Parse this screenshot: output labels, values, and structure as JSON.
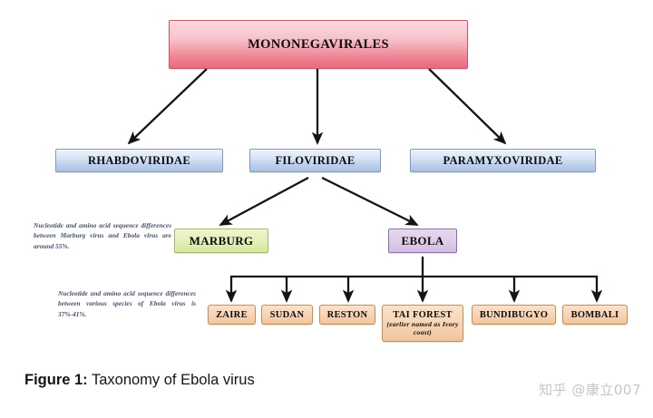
{
  "figure": {
    "caption_label": "Figure 1:",
    "caption_text": " Taxonomy of Ebola virus",
    "watermark": "知乎 @康立007"
  },
  "colors": {
    "order_box": "#ef8796",
    "family_box": "#bdd0ec",
    "marburg_box": "#e2efb6",
    "ebola_box": "#ddcbe9",
    "species_box": "#f8d6b8",
    "connector": "#141414",
    "note_text": "#3a4463",
    "watermark": "#c6c6c6"
  },
  "taxonomy": {
    "order": {
      "label": "MONONEGAVIRALES",
      "rank": "order"
    },
    "families": [
      {
        "label": "RHABDOVIRIDAE"
      },
      {
        "label": "FILOVIRIDAE"
      },
      {
        "label": "PARAMYXOVIRIDAE"
      }
    ],
    "genera": [
      {
        "label": "MARBURG"
      },
      {
        "label": "EBOLA"
      }
    ],
    "species": [
      {
        "label": "ZAIRE",
        "sub": ""
      },
      {
        "label": "SUDAN",
        "sub": ""
      },
      {
        "label": "RESTON",
        "sub": ""
      },
      {
        "label": "TAI FOREST",
        "sub": "(earlier named as Ivory coast)"
      },
      {
        "label": "BUNDIBUGYO",
        "sub": ""
      },
      {
        "label": "BOMBALI",
        "sub": ""
      }
    ]
  },
  "notes": [
    {
      "id": "note-marburg-ebola-divergence",
      "text": "Nucleotide and amino acid sequence differences between Marburg virus and Ebola virus are around 55%."
    },
    {
      "id": "note-ebola-species-divergence",
      "text": "Nucleotide and amino acid sequence differences between various species of Ebola virus is 37%-41%."
    }
  ]
}
